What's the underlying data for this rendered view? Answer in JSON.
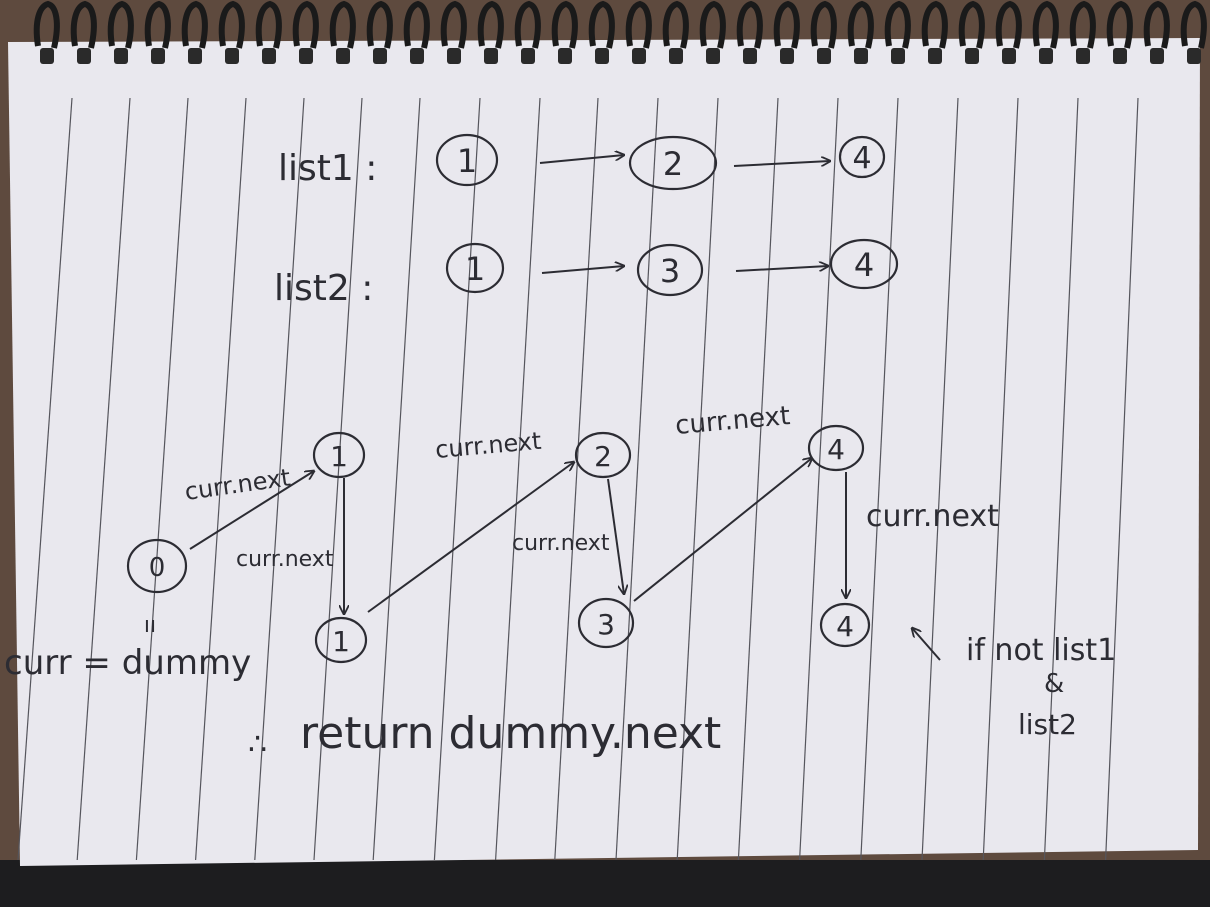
{
  "lists": {
    "list1": {
      "label": "list1 :",
      "nodes": [
        "1",
        "2",
        "4"
      ]
    },
    "list2": {
      "label": "list2 :",
      "nodes": [
        "1",
        "3",
        "4"
      ]
    }
  },
  "merge": {
    "dummy_node": "0",
    "dummy_equals_mark": "ıı",
    "dummy_caption": "curr = dummy",
    "merged_nodes": [
      "1",
      "1",
      "2",
      "3",
      "4",
      "4"
    ],
    "edge_label": "curr.next",
    "return_statement": "return dummy.next",
    "return_marker": "∴",
    "remainder_note": {
      "line1": "if not list1",
      "line2": "&",
      "line3": "list2"
    }
  },
  "colors": {
    "paper": "#e9e8ee",
    "ink": "#2c2c33",
    "rule": "#55555c",
    "spiral": "#1a1a1a",
    "table": "#5e4a3e"
  }
}
